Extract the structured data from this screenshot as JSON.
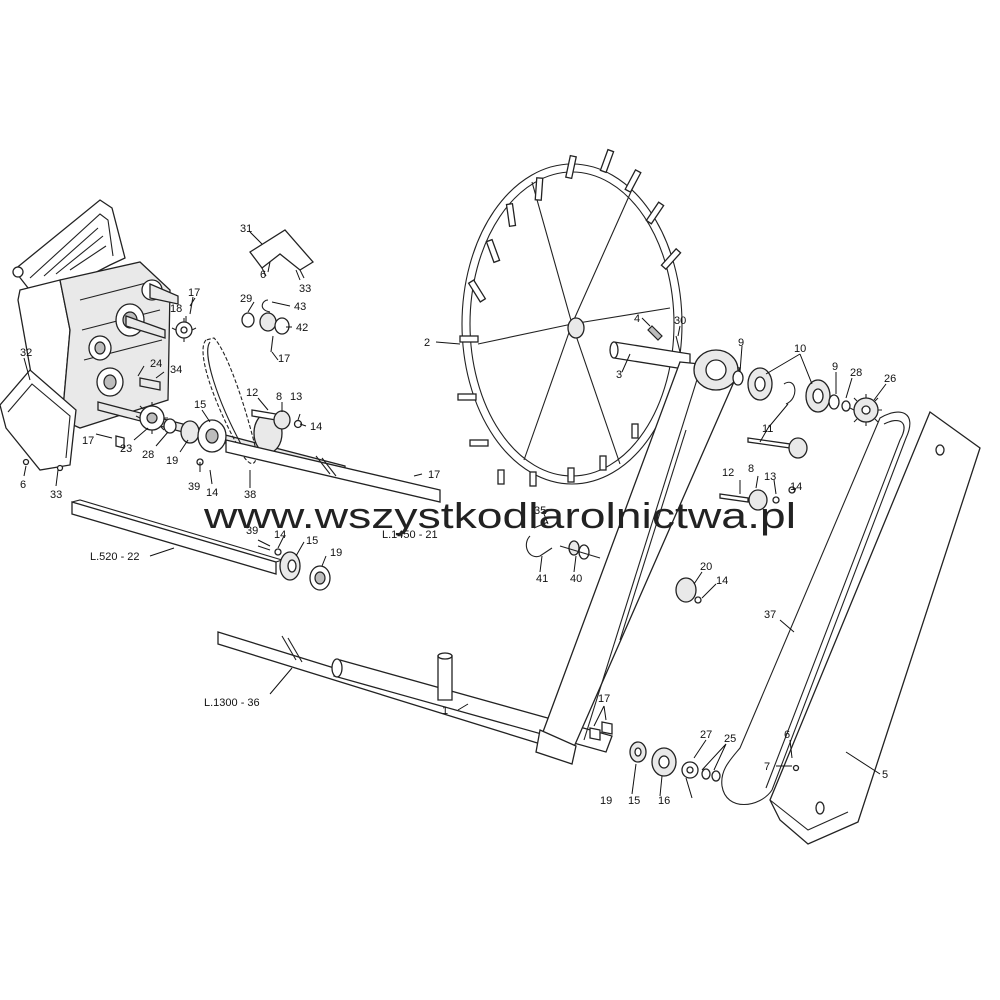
{
  "watermark": "www.wszystkodlarolnictwa.pl",
  "callouts": {
    "c1": "1",
    "c2": "2",
    "c3": "3",
    "c4": "4",
    "c5": "5",
    "c6a": "6",
    "c6b": "6",
    "c6c": "6",
    "c7": "7",
    "c8a": "8",
    "c8b": "8",
    "c9a": "9",
    "c9b": "9",
    "c10": "10",
    "c11": "11",
    "c12a": "12",
    "c12b": "12",
    "c13a": "13",
    "c13b": "13",
    "c14a": "14",
    "c14b": "14",
    "c14c": "14",
    "c14d": "14",
    "c14e": "14",
    "c15a": "15",
    "c15b": "15",
    "c15c": "15",
    "c16": "16",
    "c17a": "17",
    "c17b": "17",
    "c17c": "17",
    "c17d": "17",
    "c17e": "17",
    "c18": "18",
    "c19a": "19",
    "c19b": "19",
    "c19c": "19",
    "c20": "20",
    "c21": "L.1450 - 21",
    "c22": "L.520 - 22",
    "c23": "23",
    "c24": "24",
    "c25": "25",
    "c26": "26",
    "c27": "27",
    "c28a": "28",
    "c28b": "28",
    "c29": "29",
    "c30": "30",
    "c31": "31",
    "c32": "32",
    "c33a": "33",
    "c33b": "33",
    "c34": "34",
    "c35": "35",
    "c36": "L.1300 - 36",
    "c37": "37",
    "c38": "38",
    "c39a": "39",
    "c39b": "39",
    "c40": "40",
    "c41": "41",
    "c42": "42",
    "c43": "43"
  }
}
